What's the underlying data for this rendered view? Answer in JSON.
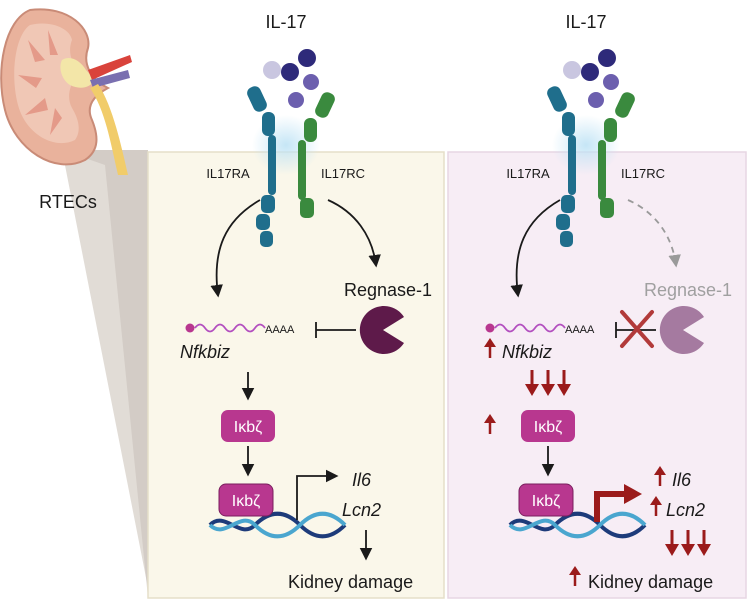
{
  "ligand_label": "IL-17",
  "tissue_label": "RTECs",
  "panels": {
    "left": {
      "receptor_a": "IL17RA",
      "receptor_c": "IL17RC",
      "regnase": "Regnase-1",
      "mrna_tail": "AAAA",
      "mrna_gene": "Nfkbiz",
      "protein": "Iκbζ",
      "protein_bound": "Iκbζ",
      "target_gene_1": "Il6",
      "target_gene_2": "Lcn2",
      "outcome": "Kidney damage"
    },
    "right": {
      "receptor_a": "IL17RA",
      "receptor_c": "IL17RC",
      "regnase": "Regnase-1",
      "mrna_tail": "AAAA",
      "mrna_gene": "Nfkbiz",
      "protein": "Iκbζ",
      "protein_bound": "Iκbζ",
      "target_gene_1": "Il6",
      "target_gene_2": "Lcn2",
      "outcome": "Kidney damage"
    }
  },
  "colors": {
    "left_panel_bg": "#faf7ea",
    "right_panel_bg": "#f7edf5",
    "protein_magenta": "#b8378f",
    "regnase_dark": "#5e1a4a",
    "regnase_faded": "#a57aa0",
    "up_arrow_red": "#9b1b1b",
    "receptor_blue": "#1f6e8c",
    "receptor_green": "#3a8a3e",
    "mrna_purple": "#b34fbf"
  },
  "icons": [
    "kidney-icon",
    "receptor-icon",
    "mrna-icon",
    "pacman-icon",
    "dna-icon",
    "promoter-arrow-icon",
    "inhibition-cross-icon"
  ]
}
